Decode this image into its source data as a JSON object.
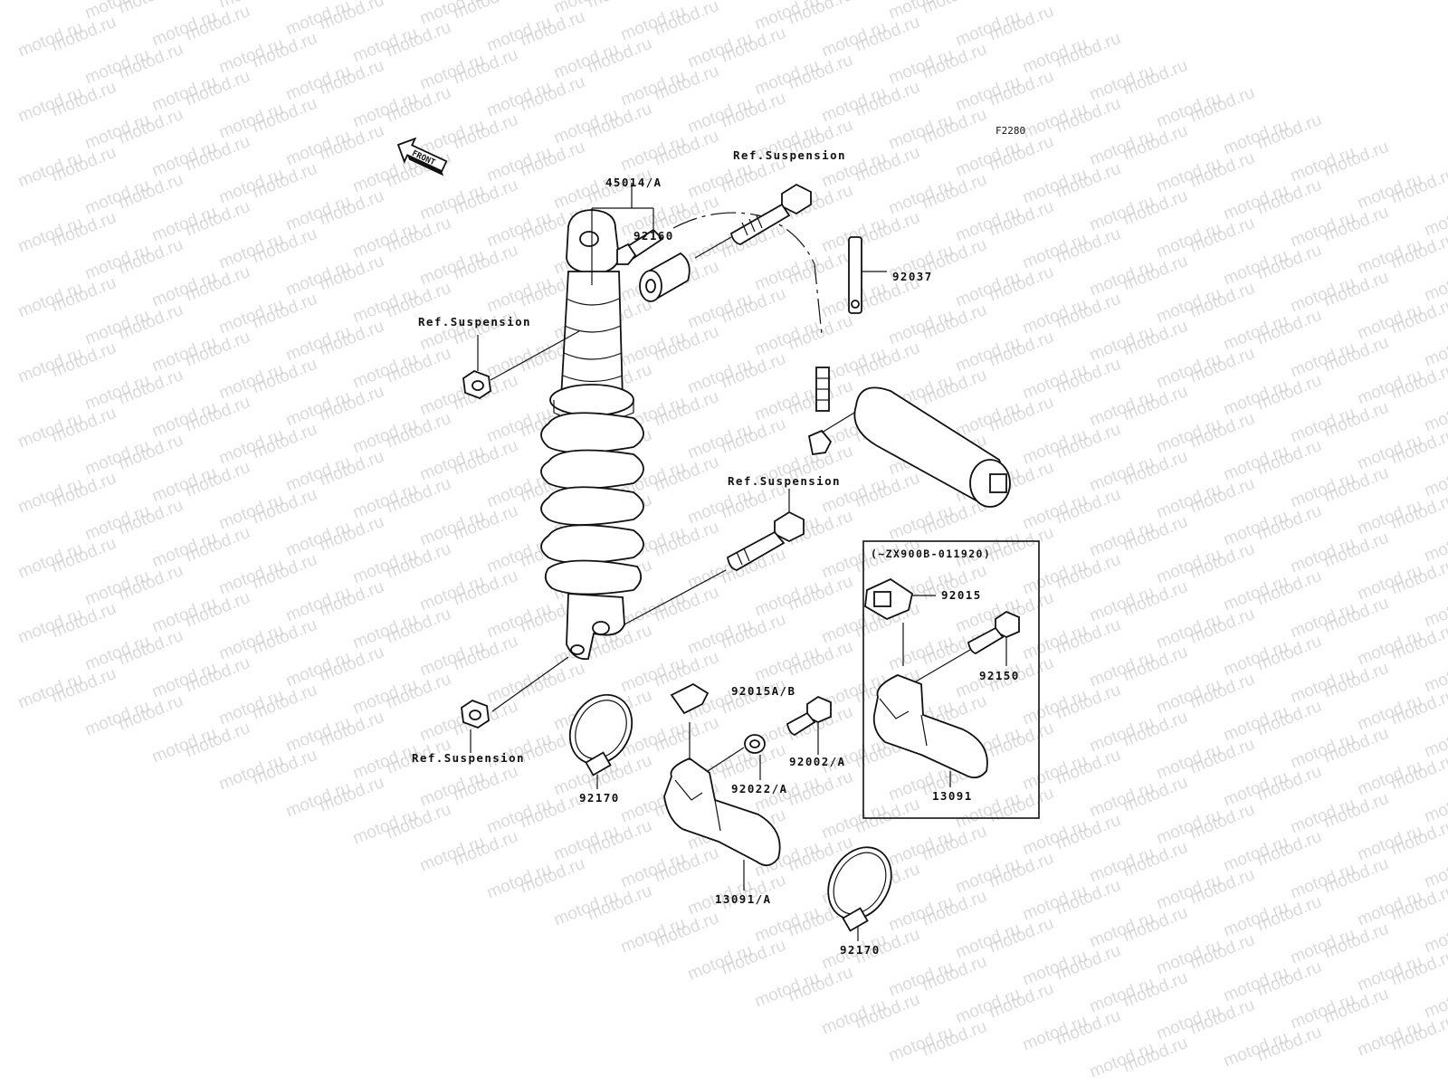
{
  "diagram": {
    "figure_code": "F2280",
    "front_label": "FRONT",
    "variant_box_title": "(~ZX900B-011920)",
    "labels": {
      "shock_assembly": "45014/A",
      "bushing": "92160",
      "hose_band": "92037",
      "ref_top_bolt": "Ref.Suspension",
      "ref_upper_nut": "Ref.Suspension",
      "ref_mid_bolt": "Ref.Suspension",
      "ref_lower_nut": "Ref.Suspension",
      "nut_box": "92015",
      "bolt_box": "92150",
      "guard_box": "13091",
      "nut_main": "92015A/B",
      "bolt_main": "92002/A",
      "washer_main": "92022/A",
      "clamp_left": "92170",
      "guard_main": "13091/A",
      "clamp_bottom": "92170"
    }
  },
  "watermark": {
    "text": "motod.ru"
  }
}
